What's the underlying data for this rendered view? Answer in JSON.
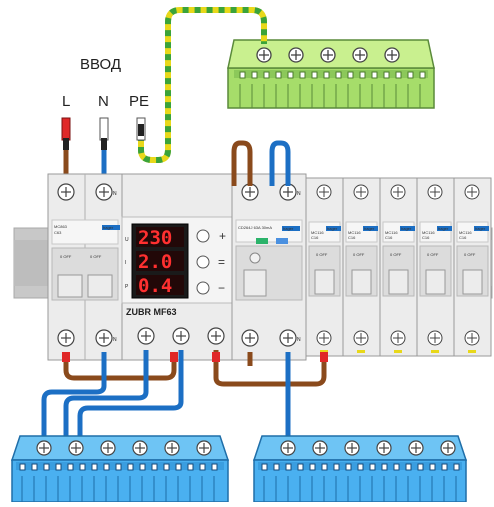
{
  "labels": {
    "title": "ВВОД",
    "L": "L",
    "N": "N",
    "PE": "PE"
  },
  "relay": {
    "model": "ZUBR MF63",
    "voltage": "230",
    "current": "2.0",
    "power": "0.4",
    "row_letters": [
      "U",
      "I",
      "P"
    ],
    "button_up": "+",
    "button_mid": "=",
    "button_down": "−"
  },
  "main_breaker": {
    "brand": "hager",
    "model": "MC863",
    "rating": "C63",
    "off_text": "0 OFF",
    "n_mark": "N"
  },
  "rcd": {
    "brand": "hager",
    "model": "CD264J 63A 30mA",
    "n_mark": "N"
  },
  "breakers": [
    {
      "brand": "hager",
      "model": "MC116",
      "rating": "C16",
      "off_text": "0 OFF"
    },
    {
      "brand": "hager",
      "model": "MC116",
      "rating": "C16",
      "off_text": "0 OFF"
    },
    {
      "brand": "hager",
      "model": "MC116",
      "rating": "C16",
      "off_text": "0 OFF"
    },
    {
      "brand": "hager",
      "model": "MC116",
      "rating": "C16",
      "off_text": "0 OFF"
    },
    {
      "brand": "hager",
      "model": "MC116",
      "rating": "C16",
      "off_text": "0 OFF"
    }
  ],
  "colors": {
    "phase": "#8a4a1c",
    "neutral": "#1c6fc4",
    "pe_yellow": "#e8d81a",
    "pe_green": "#3aa33a",
    "bus_green": "#a6dd6a",
    "bus_blue": "#4ab0f0",
    "module": "#ececec",
    "led_red": "#ff3030"
  }
}
